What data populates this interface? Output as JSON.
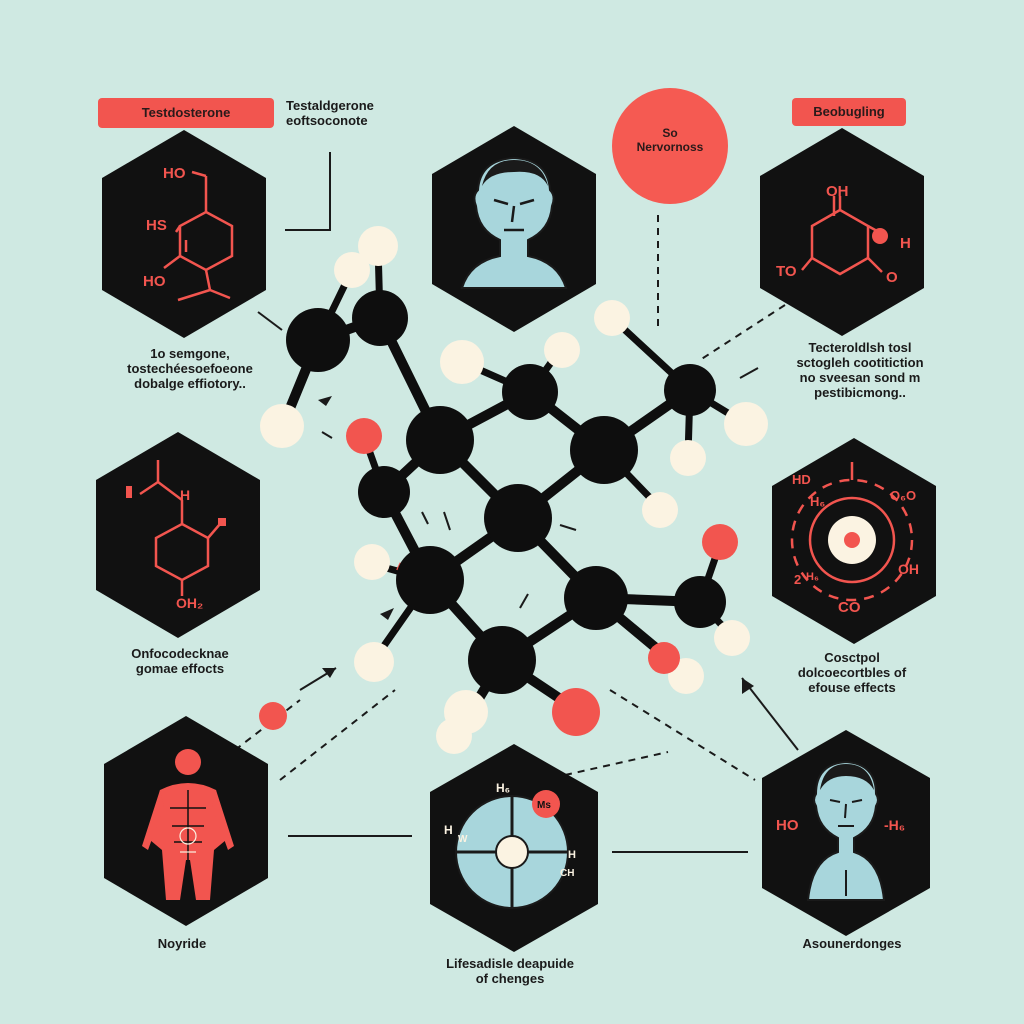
{
  "colors": {
    "background": "#cfe9e2",
    "hexagon": "#111111",
    "accent": "#f2554f",
    "atom_white": "#fbf3e2",
    "atom_black": "#0e0e0e",
    "figure_skin": "#a8d6dc"
  },
  "labels": {
    "pill_top_left": "Testdosterone",
    "top_left_note_1": "Testaldgerone",
    "top_left_note_2": "eoftsoconote",
    "circle_top_1": "So",
    "circle_top_2": "Nervornoss",
    "pill_top_right": "Beobugling",
    "left_mid_1": "1o semgone,",
    "left_mid_2": "tostechéesoefoeone",
    "left_mid_3": "dobalge effiotory..",
    "right_mid_1": "Tecteroldlsh tosl",
    "right_mid_2": "sctogleh cootitiction",
    "right_mid_3": "no sveesan sond m",
    "right_mid_4": "pestibicmong..",
    "left_lower_1": "Onfocodecknae",
    "left_lower_2": "gomae effocts",
    "right_lower_1": "Cosctpol",
    "right_lower_2": "dolcoecortbles of",
    "right_lower_3": "efouse effects",
    "bottom_left": "Noyride",
    "bottom_mid_1": "Lifesadisle deapuide",
    "bottom_mid_2": "of chenges",
    "bottom_right": "Asounerdonges"
  },
  "hex_text": {
    "h1_a": "HO",
    "h1_b": "HS",
    "h1_c": "HO",
    "h3_a": "OH",
    "h3_b": "H",
    "h3_c": "TO",
    "h3_d": "O",
    "h4_a": "H",
    "h4_b": "OH₂",
    "h5_a": "HD",
    "h5_b": "H₆",
    "h5_c": "O₆O",
    "h5_d": "OH",
    "h5_e": "2",
    "h5_f": "H₆",
    "h5_g": "CO",
    "h7_a": "H₆",
    "h7_b": "H",
    "h7_c": "W",
    "h7_d": "H",
    "h7_e": "CH",
    "h7_f": "Ms",
    "h8_a": "HO",
    "h8_b": "-H₆"
  }
}
